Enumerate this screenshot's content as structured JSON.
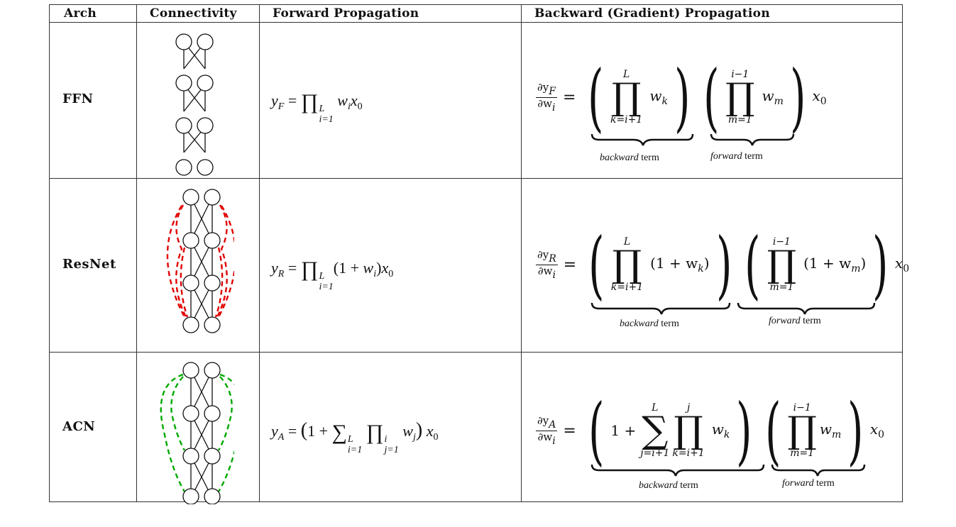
{
  "table": {
    "headers": [
      "Arch",
      "Connectivity",
      "Forward Propagation",
      "Backward (Gradient) Propagation"
    ],
    "rows": [
      {
        "arch": "FFN",
        "connectivity": {
          "layers": 4,
          "nodes_per_layer": 2,
          "skip_color": null,
          "skip_style": "none"
        },
        "forward": {
          "lhs": "y",
          "lhs_sub": "F",
          "text": "y_F = ∏_{i=1}^{L} w_i x_0"
        },
        "backward": {
          "lhs_num": "∂y",
          "lhs_num_sub": "F",
          "lhs_den": "∂w",
          "lhs_den_sub": "i",
          "text": "∂y_F/∂w_i = (∏_{k=i+1}^{L} w_k)(∏_{m=1}^{i-1} w_m) x_0",
          "backward_term": {
            "upper": "L",
            "lower": "k=i+1",
            "body": "w",
            "body_sub": "k"
          },
          "forward_term": {
            "upper": "i−1",
            "lower": "m=1",
            "body": "w",
            "body_sub": "m"
          },
          "backward_label_italic": "backward",
          "backward_label_rest": " term",
          "forward_label_italic": "forward",
          "forward_label_rest": " term"
        }
      },
      {
        "arch": "ResNet",
        "connectivity": {
          "layers": 4,
          "nodes_per_layer": 2,
          "skip_color": "#e00000",
          "skip_style": "dashed"
        },
        "forward": {
          "lhs": "y",
          "lhs_sub": "R",
          "text": "y_R = ∏_{i=1}^{L} (1 + w_i) x_0"
        },
        "backward": {
          "lhs_num": "∂y",
          "lhs_num_sub": "R",
          "lhs_den": "∂w",
          "lhs_den_sub": "i",
          "text": "∂y_R/∂w_i = (∏_{k=i+1}^{L} (1 + w_k))(∏_{m=1}^{i-1} (1 + w_m)) x_0",
          "backward_term": {
            "upper": "L",
            "lower": "k=i+1",
            "body": "(1 + w",
            "body_sub": "k",
            "body_close": ")"
          },
          "forward_term": {
            "upper": "i−1",
            "lower": "m=1",
            "body": "(1 + w",
            "body_sub": "m",
            "body_close": ")"
          },
          "backward_label_italic": "backward",
          "backward_label_rest": " term",
          "forward_label_italic": "forward",
          "forward_label_rest": " term"
        }
      },
      {
        "arch": "ACN",
        "connectivity": {
          "layers": 4,
          "nodes_per_layer": 2,
          "skip_color": "#00a800",
          "skip_style": "dashed"
        },
        "forward": {
          "lhs": "y",
          "lhs_sub": "A",
          "text": "y_A = (1 + ∑_{i=1}^{L} ∏_{j=1}^{i} w_j) x_0"
        },
        "backward": {
          "lhs_num": "∂y",
          "lhs_num_sub": "A",
          "lhs_den": "∂w",
          "lhs_den_sub": "i",
          "text": "∂y_A/∂w_i = (1 + ∑_{j=i+1}^{L} ∏_{k=i+1}^{j} w_k)(∏_{m=1}^{i-1} w_m) x_0",
          "backward_term": {
            "sum_upper": "L",
            "sum_lower": "j=i+1",
            "upper": "j",
            "lower": "k=i+1",
            "body": "w",
            "body_sub": "k"
          },
          "forward_term": {
            "upper": "i−1",
            "lower": "m=1",
            "body": "w",
            "body_sub": "m"
          },
          "backward_label_italic": "backward",
          "backward_label_rest": " term",
          "forward_label_italic": "forward",
          "forward_label_rest": " term"
        }
      }
    ]
  },
  "symbols": {
    "prod": "∏",
    "sum": "∑",
    "eq": "=",
    "x0": "x",
    "x0_sub": "0",
    "one_plus": "1 +",
    "lparen": "(",
    "rparen": ")"
  }
}
